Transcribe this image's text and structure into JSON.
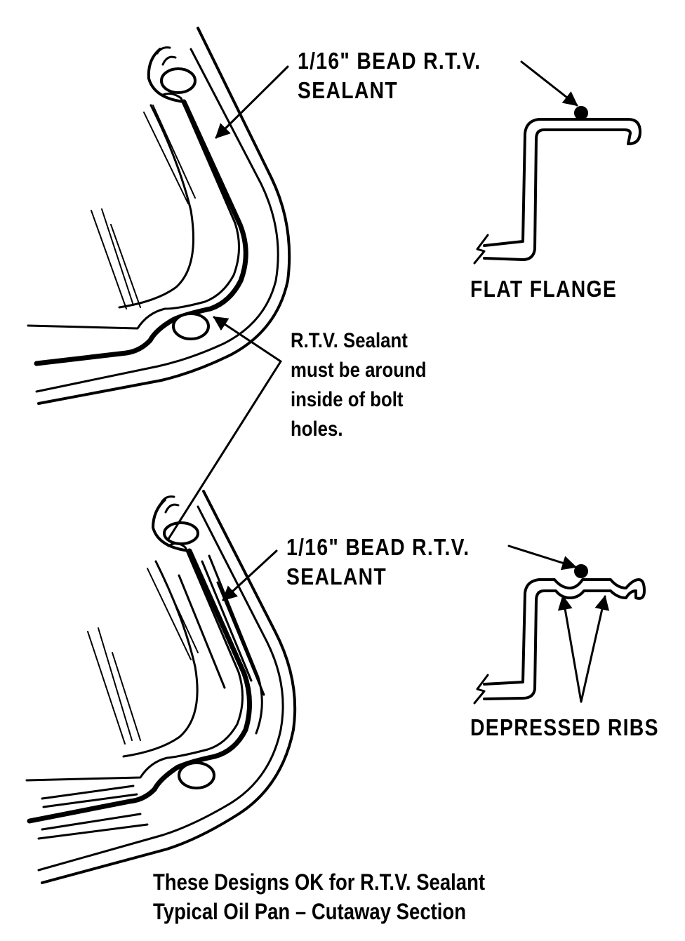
{
  "labels": {
    "bead_top_line1": "1/16\" BEAD R.T.V.",
    "bead_top_line2": "SEALANT",
    "flat_flange": "FLAT FLANGE",
    "note_line1": "R.T.V. Sealant",
    "note_line2": "must be around",
    "note_line3": "inside of bolt",
    "note_line4": "holes.",
    "bead_bottom_line1": "1/16\" BEAD R.T.V.",
    "bead_bottom_line2": "SEALANT",
    "depressed_ribs": "DEPRESSED RIBS",
    "caption_line1": "These Designs OK for R.T.V. Sealant",
    "caption_line2": "Typical Oil Pan – Cutaway Section"
  },
  "colors": {
    "ink": "#000000",
    "paper": "#ffffff"
  }
}
